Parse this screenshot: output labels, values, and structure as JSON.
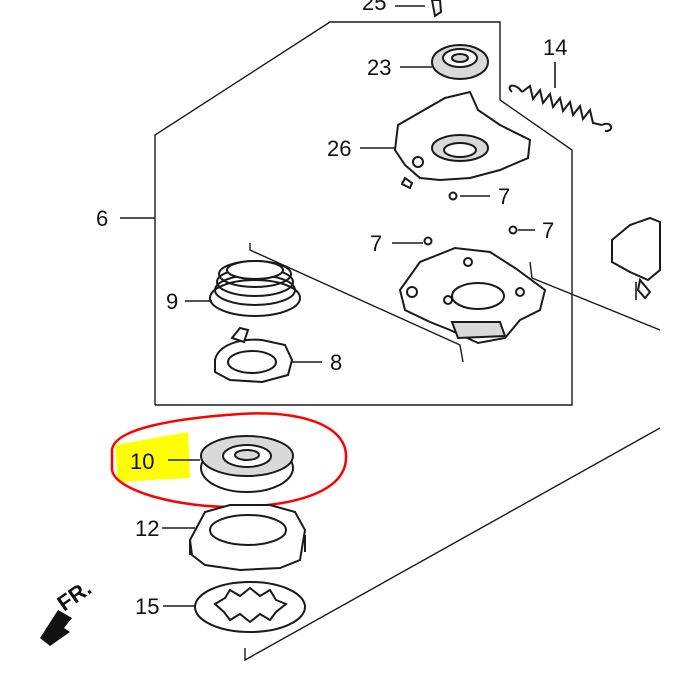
{
  "labels": {
    "p25": "25",
    "p23": "23",
    "p14": "14",
    "p26": "26",
    "p7a": "7",
    "p6": "6",
    "p7b": "7",
    "p7c": "7",
    "p9": "9",
    "p8": "8",
    "p10": "10",
    "p12": "12",
    "p15": "15",
    "fr": "FR."
  },
  "highlight": {
    "circle_color": "#ff0000",
    "marker_color": "#ffff00"
  }
}
